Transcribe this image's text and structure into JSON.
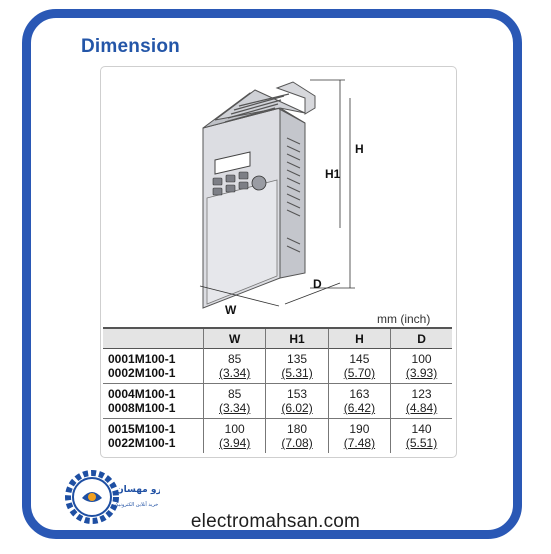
{
  "title": "Dimension",
  "unit_label": "mm (inch)",
  "diagram_labels": {
    "h": "H",
    "h1": "H1",
    "d": "D",
    "w": "W"
  },
  "table": {
    "headers": [
      "W",
      "H1",
      "H",
      "D"
    ],
    "rows": [
      {
        "models": [
          "0001M100-1",
          "0002M100-1"
        ],
        "cells": [
          [
            "85",
            "(3.34)"
          ],
          [
            "135",
            "(5.31)"
          ],
          [
            "145",
            "(5.70)"
          ],
          [
            "100",
            "(3.93)"
          ]
        ]
      },
      {
        "models": [
          "0004M100-1",
          "0008M100-1"
        ],
        "cells": [
          [
            "85",
            "(3.34)"
          ],
          [
            "153",
            "(6.02)"
          ],
          [
            "163",
            "(6.42)"
          ],
          [
            "123",
            "(4.84)"
          ]
        ]
      },
      {
        "models": [
          "0015M100-1",
          "0022M100-1"
        ],
        "cells": [
          [
            "100",
            "(3.94)"
          ],
          [
            "180",
            "(7.08)"
          ],
          [
            "190",
            "(7.48)"
          ],
          [
            "140",
            "(5.51)"
          ]
        ]
      }
    ]
  },
  "logo_text": "الکترو مهسان",
  "logo_subtext": "خرید آنلاین الکترونیکی",
  "footer": "electromahsan.com",
  "colors": {
    "frame": "#2a58b5",
    "title": "#2456a8"
  }
}
